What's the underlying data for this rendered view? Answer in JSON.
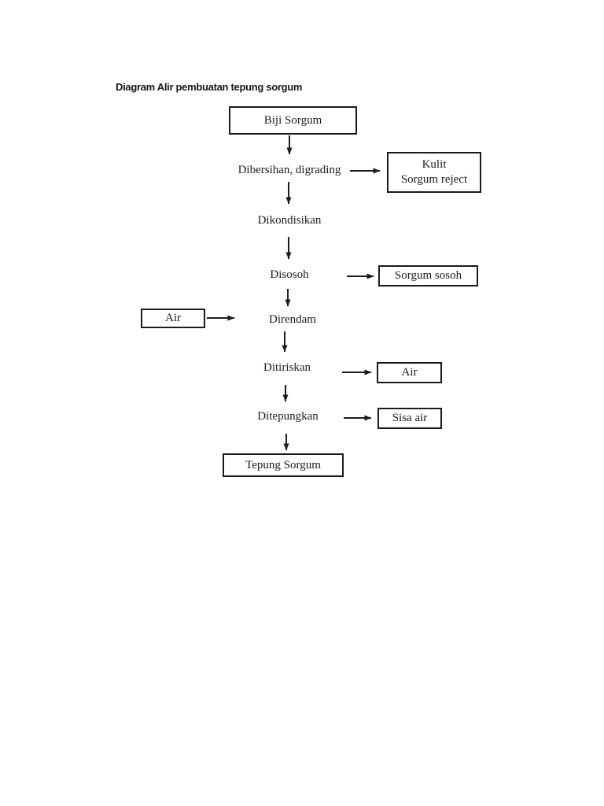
{
  "page": {
    "background": "#ffffff",
    "title": "Diagram Alir pembuatan tepung sorgum"
  },
  "colors": {
    "ink": "#1b1b1b",
    "box_border": "#1b1b1b",
    "page_background": "#ffffff"
  },
  "flowchart": {
    "nodes": {
      "biji_sorgum": "Biji Sorgum",
      "dibersihan_digrading": "Dibersihan, digrading",
      "kulit_sorgum_reject": {
        "line1": "Kulit",
        "line2": "Sorgum reject"
      },
      "dikondisikan": "Dikondisikan",
      "disosoh": "Disosoh",
      "sorgum_sosoh": "Sorgum sosoh",
      "air_input": "Air",
      "direndam": "Direndam",
      "ditiriskan": "Ditiriskan",
      "air_output": "Air",
      "ditepungkan": "Ditepungkan",
      "sisa_air": "Sisa air",
      "tepung_sorgum": "Tepung Sorgum"
    },
    "edges": [
      {
        "from": "biji_sorgum",
        "to": "dibersihan_digrading"
      },
      {
        "from": "dibersihan_digrading",
        "to": "kulit_sorgum_reject"
      },
      {
        "from": "dibersihan_digrading",
        "to": "dikondisikan"
      },
      {
        "from": "dikondisikan",
        "to": "disosoh"
      },
      {
        "from": "disosoh",
        "to": "sorgum_sosoh"
      },
      {
        "from": "disosoh",
        "to": "direndam"
      },
      {
        "from": "air_input",
        "to": "direndam"
      },
      {
        "from": "direndam",
        "to": "ditiriskan"
      },
      {
        "from": "ditiriskan",
        "to": "air_output"
      },
      {
        "from": "ditiriskan",
        "to": "ditepungkan"
      },
      {
        "from": "ditepungkan",
        "to": "sisa_air"
      },
      {
        "from": "ditepungkan",
        "to": "tepung_sorgum"
      }
    ]
  }
}
